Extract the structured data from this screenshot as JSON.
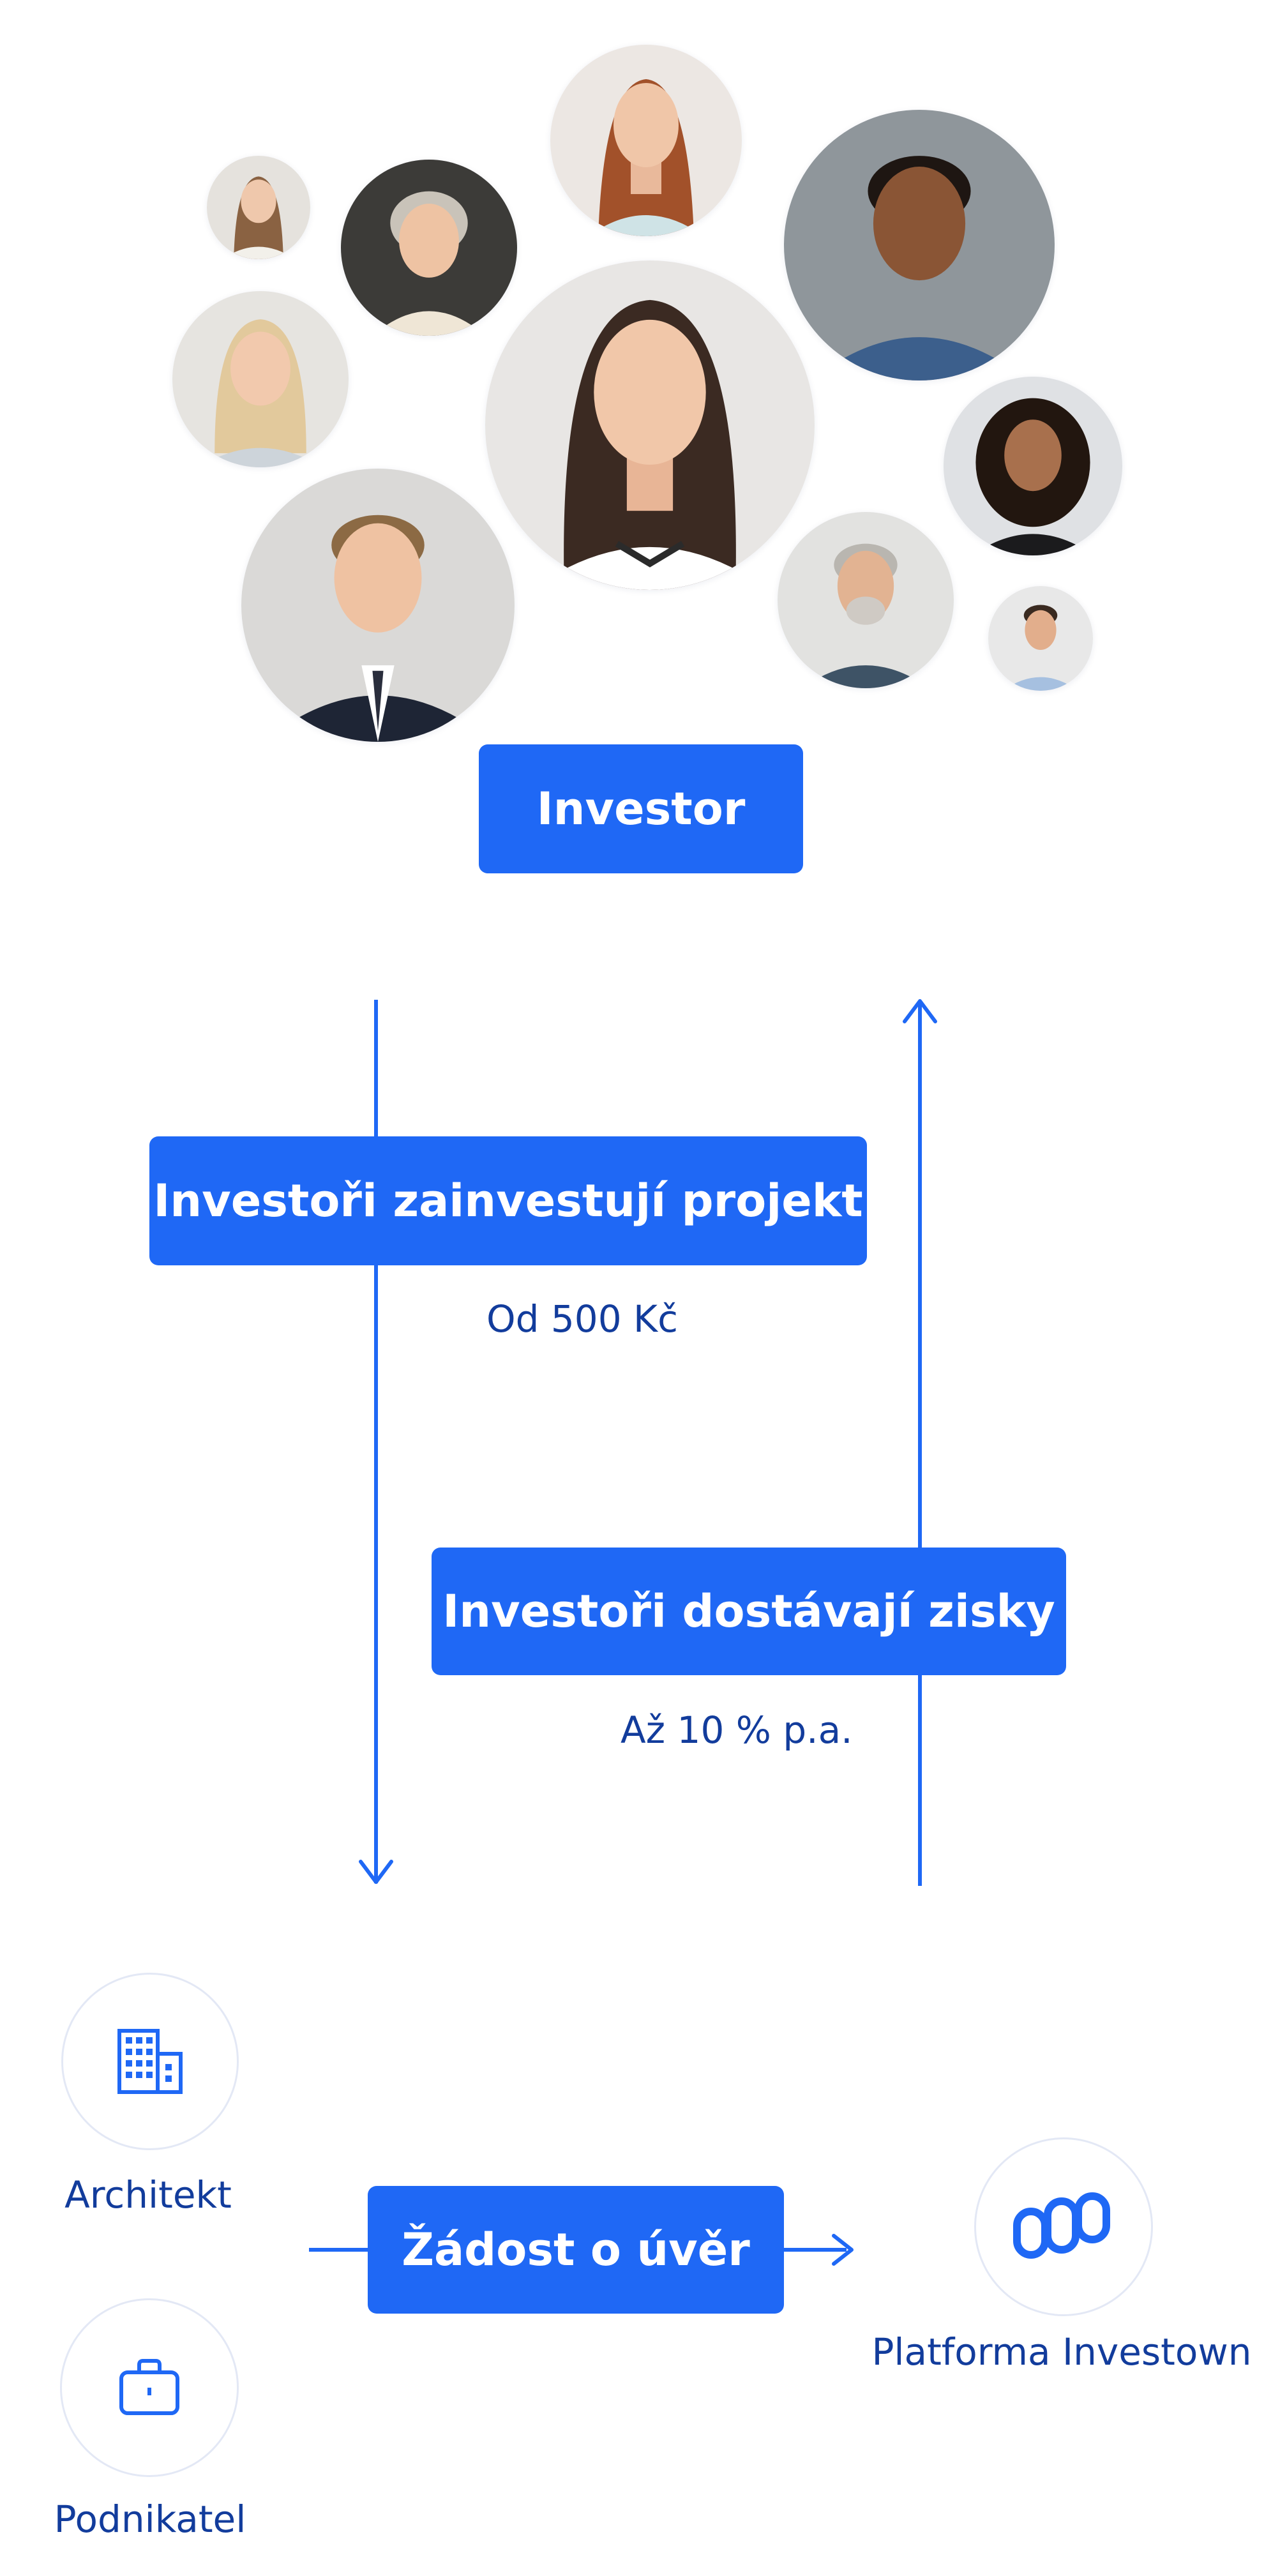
{
  "investor_label": "Investor",
  "flow_invest_label": "Investoři zainvestují projekt",
  "flow_invest_note": "Od 500 Kč",
  "flow_returns_label": "Investoři dostávají zisky",
  "flow_returns_note": "Až 10 % p.a.",
  "architect_label": "Architekt",
  "entrepreneur_label": "Podnikatel",
  "loan_request_label": "Žádost o úvěr",
  "platform_label": "Platforma Investown",
  "colors": {
    "accent": "#1f68f5",
    "text_dark_blue": "#123c9c",
    "circle_border": "#e3e8f5"
  },
  "icons": {
    "architect": "building-icon",
    "entrepreneur": "briefcase-icon",
    "platform": "investown-logo-icon"
  }
}
